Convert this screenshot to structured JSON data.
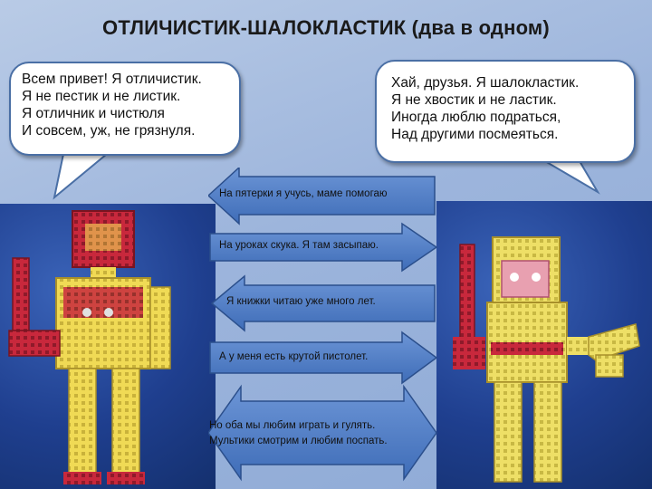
{
  "title": {
    "main": "ОТЛИЧИСТИК-ШАЛОКЛАСТИК",
    "sub": "(два в одном)"
  },
  "bubble_left": {
    "lines": [
      "Всем привет! Я отличистик.",
      "Я не пестик и не листик.",
      "Я отличник и чистюля",
      "И совсем, уж, не грязнуля."
    ]
  },
  "bubble_right": {
    "lines": [
      "Хай, друзья. Я шалокластик.",
      "Я не хвостик и не ластик.",
      "Иногда люблю подраться,",
      "Над другими посмеяться."
    ]
  },
  "arrows": [
    {
      "direction": "left",
      "text": "На пятерки я учусь, маме помогаю"
    },
    {
      "direction": "right",
      "text": "На уроках скука. Я там засыпаю."
    },
    {
      "direction": "left",
      "text": "Я книжки читаю уже много лет."
    },
    {
      "direction": "right",
      "text": "А у меня есть крутой пистолет."
    },
    {
      "direction": "both",
      "lines": [
        "Но оба мы любим играть и гулять.",
        "Мультики смотрим и любим поспать."
      ]
    }
  ],
  "colors": {
    "arrow_fill": "#4a78c2",
    "arrow_stroke": "#2b4f8c",
    "bubble_border": "#4a6fa5",
    "robot_left_frame": "#f2dc57",
    "robot_left_accent": "#c8283c",
    "robot_right_frame": "#efe06a",
    "robot_right_accent": "#c8283c"
  }
}
